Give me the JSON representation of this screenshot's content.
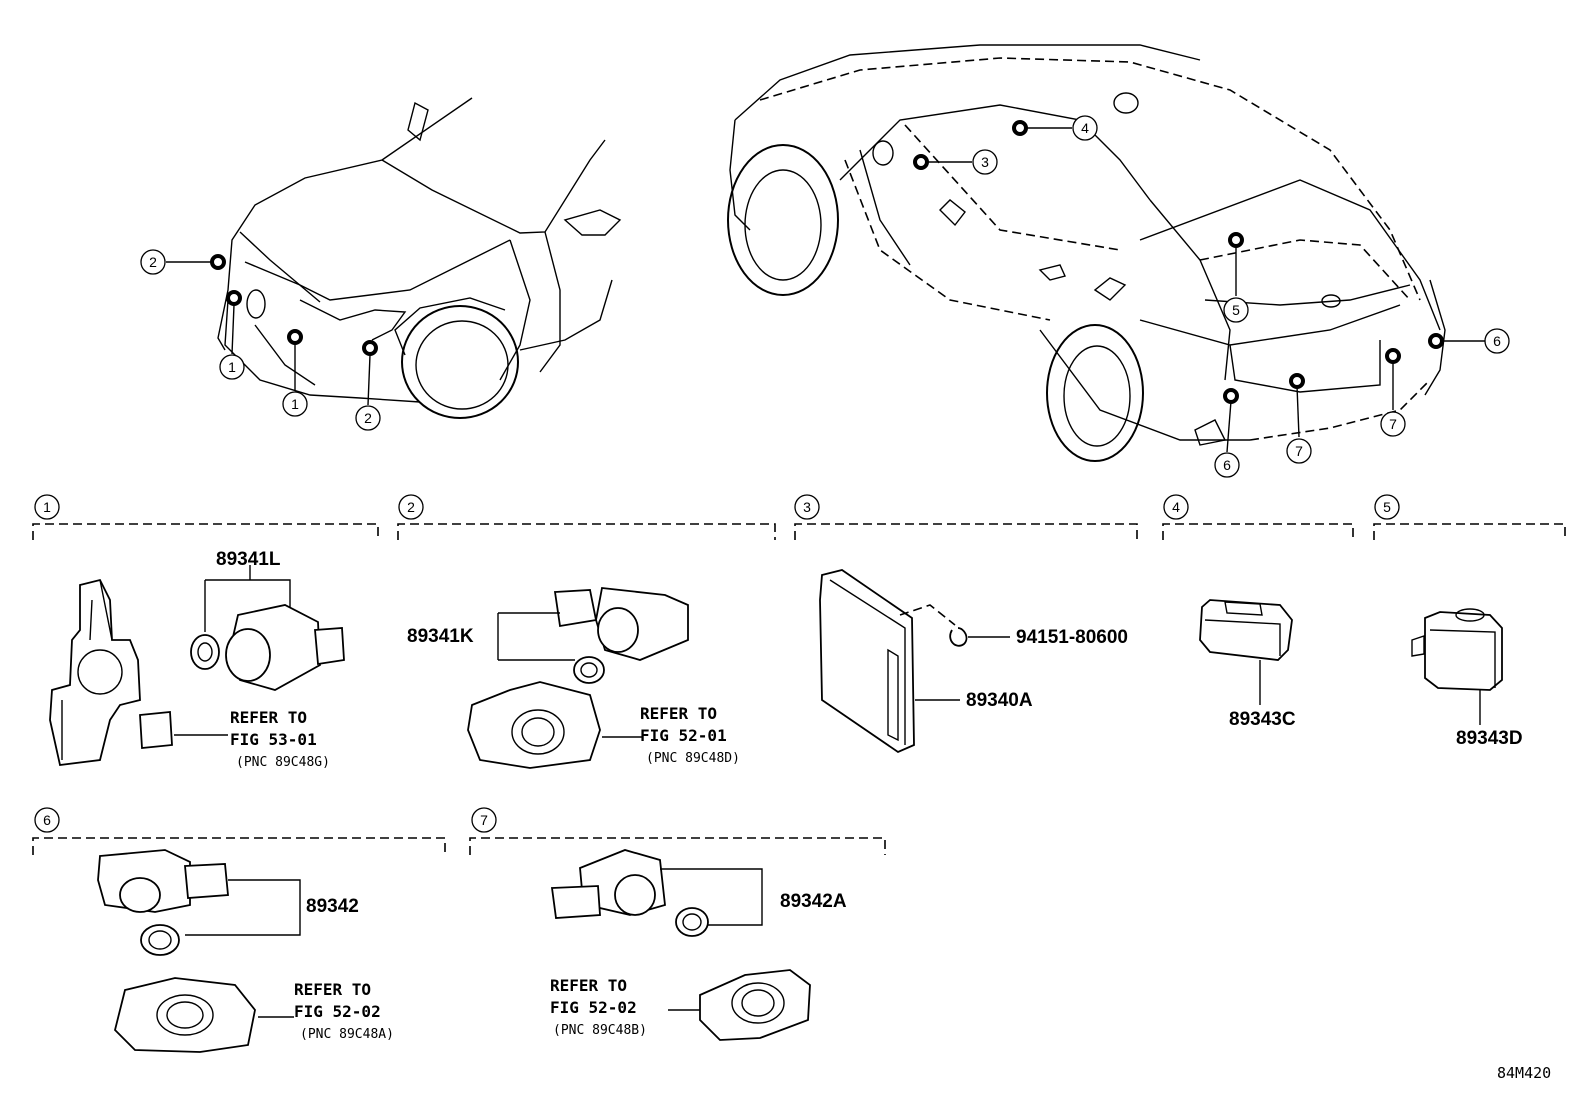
{
  "parts": {
    "p89341L": "89341L",
    "p89341K": "89341K",
    "p89340A": "89340A",
    "p94151": "94151-80600",
    "p89343C": "89343C",
    "p89343D": "89343D",
    "p89342": "89342",
    "p89342A": "89342A"
  },
  "refs": {
    "refer_to": "REFER TO",
    "fig_53_01": "FIG 53-01",
    "fig_52_01": "FIG 52-01",
    "fig_52_02": "FIG 52-02",
    "pnc_89C48G": "(PNC 89C48G)",
    "pnc_89C48D": "(PNC 89C48D)",
    "pnc_89C48A": "(PNC 89C48A)",
    "pnc_89C48B": "(PNC 89C48B)"
  },
  "callouts": [
    "1",
    "2",
    "3",
    "4",
    "5",
    "6",
    "7"
  ],
  "figure_code": "84M420"
}
